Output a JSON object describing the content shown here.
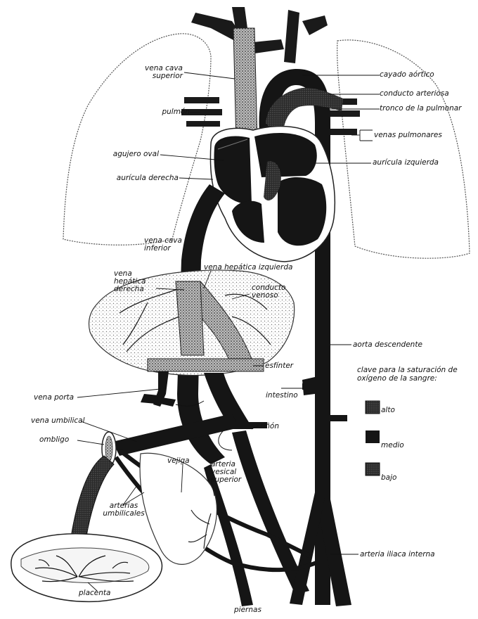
{
  "labels": {
    "vena_cava_superior": "vena cava superior",
    "cayado_aortico": "cayado aórtico",
    "conducto_arterioso": "conducto arteriosa",
    "pulmon": "pulmón",
    "tronco_pulmonar": "tronco de la pulmonar",
    "venas_pulmonares": "venas pulmonares",
    "agujero_oval": "agujero oval",
    "auricula_izquierda": "aurícula izquierda",
    "auricula_derecha": "aurícula derecha",
    "vena_cava_inferior": "vena cava inferior",
    "vena_hepatica_izquierda": "vena hepática izquierda",
    "vena_hepatica_derecha": "vena hepática derecha",
    "conducto_venoso": "conducto venoso",
    "aorta_descendente": "aorta descendente",
    "esfinter": "esfínter",
    "vena_porta": "vena porta",
    "intestino": "intestino",
    "vena_umbilical": "vena umbilical",
    "rinon": "riñón",
    "ombligo": "ombligo",
    "vejiga": "vejiga",
    "arteria_vesical_superior": "arteria vesical superior",
    "arterias_umbilicales": "arterias umbilicales",
    "arteria_iliaca_interna": "arteria iliaca interna",
    "placenta": "placenta",
    "piernas": "piernas"
  },
  "key": {
    "title": "clave para la saturación de oxígeno de la sangre:",
    "items": [
      {
        "label": "alto",
        "color": "#4a4a4a"
      },
      {
        "label": "medio",
        "color": "#1c1c1c"
      },
      {
        "label": "bajo",
        "color": "#5a5a5a"
      }
    ]
  },
  "colors": {
    "vessel_dark": "#161616",
    "vessel_mid": "#3a3a3a",
    "stipple": "#8a8a8a",
    "outline": "#222222",
    "lung_outline": "#555555"
  }
}
